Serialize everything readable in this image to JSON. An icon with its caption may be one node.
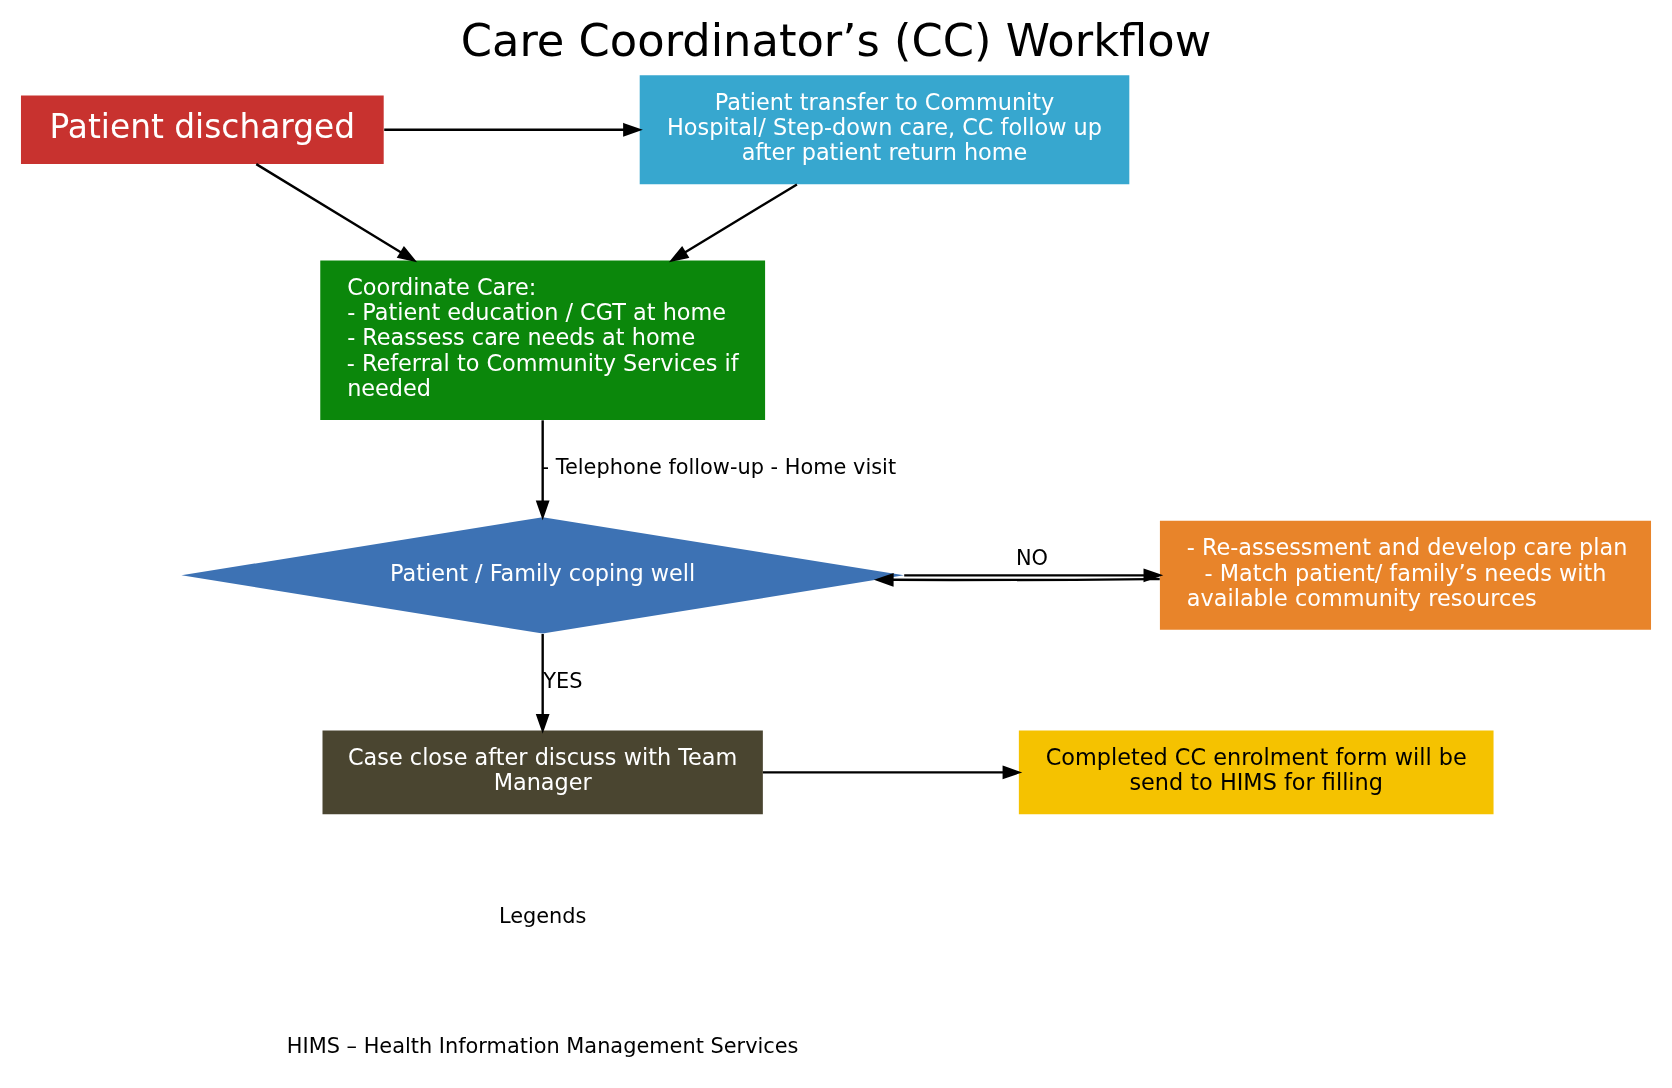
{
  "diagram": {
    "title": "Care Coordinator’s (CC) Workflow",
    "nodes": [
      {
        "text": [
          "Patient discharged"
        ]
      },
      {
        "text": [
          "Patient transfer to Community Hospital/ Step-down care, CC follow up after patient return home"
        ]
      },
      {
        "text": [
          "Coordinate Care:",
          "- Patient education / CGT at home",
          "- Reassess care needs at home",
          "- Referral to Community Services if needed"
        ]
      },
      {
        "text": [
          "Patient / Family coping well"
        ]
      },
      {
        "text": [
          "- Re-assessment and develop care plan",
          "- Match patient/ family’s needs with available community resources"
        ]
      },
      {
        "text": [
          "Case close after discuss with Team Manager"
        ]
      },
      {
        "text": [
          "Completed CC enrolment form will be send to HIMS for filling"
        ]
      }
    ],
    "edges": [
      {
        "from": 0,
        "to": 1,
        "arrow": "to"
      },
      {
        "from": 0,
        "to": 2,
        "arrow": "to"
      },
      {
        "from": 1,
        "to": 2,
        "arrow": "to"
      },
      {
        "from": 2,
        "to": 3,
        "arrow": "to",
        "label": "- Telephone follow-up - Home visit"
      },
      {
        "from": 4,
        "to": 3,
        "arrow": "to"
      },
      {
        "from": 3,
        "to": 4,
        "arrow": "to",
        "label": "NO"
      },
      {
        "from": 3,
        "to": 5,
        "arrow": "to",
        "label": "YES"
      },
      {
        "from": 5,
        "to": 6,
        "arrow": "to"
      }
    ],
    "labels": [
      "Legends",
      "HIMS – Health Information Management Services"
    ]
  }
}
